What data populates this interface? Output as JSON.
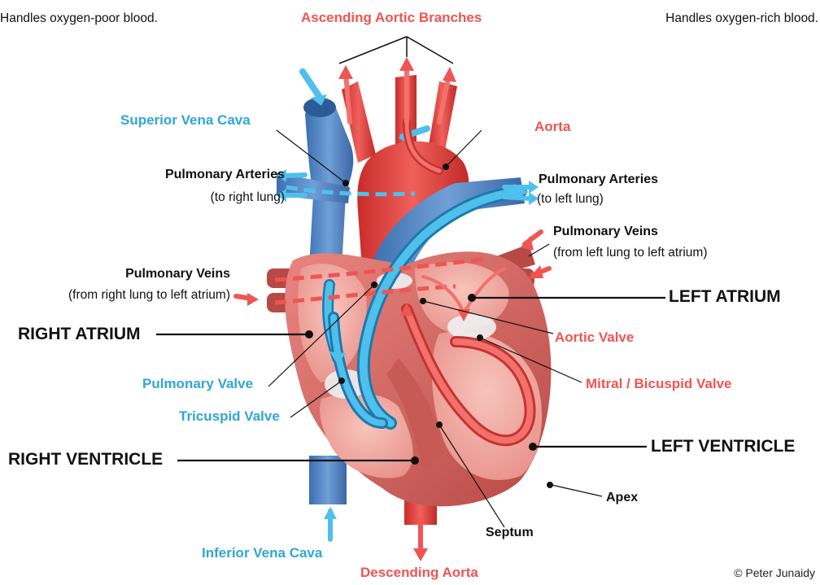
{
  "header": {
    "left_text": "Handles oxygen-poor blood.",
    "right_text": "Handles oxygen-rich blood."
  },
  "labels": {
    "ascending_aortic_branches": "Ascending Aortic Branches",
    "superior_vena_cava": "Superior Vena Cava",
    "aorta": "Aorta",
    "pulmonary_arteries_right": "Pulmonary Arteries",
    "pulmonary_arteries_right_sub": "(to right lung)",
    "pulmonary_arteries_left": "Pulmonary Arteries",
    "pulmonary_arteries_left_sub": "(to left lung)",
    "pulmonary_veins_left": "Pulmonary Veins",
    "pulmonary_veins_left_sub": "(from left lung to left atrium)",
    "pulmonary_veins_right": "Pulmonary Veins",
    "pulmonary_veins_right_sub": "(from right lung to left atrium)",
    "left_atrium": "LEFT ATRIUM",
    "right_atrium": "RIGHT ATRIUM",
    "aortic_valve": "Aortic Valve",
    "pulmonary_valve": "Pulmonary Valve",
    "mitral_valve": "Mitral / Bicuspid Valve",
    "tricuspid_valve": "Tricuspid Valve",
    "right_ventricle": "RIGHT VENTRICLE",
    "left_ventricle": "LEFT VENTRICLE",
    "apex": "Apex",
    "septum": "Septum",
    "inferior_vena_cava": "Inferior Vena Cava",
    "descending_aorta": "Descending Aorta"
  },
  "credit": "© Peter Junaidy",
  "colors": {
    "oxygen_poor": "#2fa6d8",
    "oxygen_rich": "#ef5552",
    "vein_blue": "#4a7fbf",
    "artery_red": "#e0403a",
    "muscle": "#d96a64",
    "chamber": "#f4a9a0"
  }
}
